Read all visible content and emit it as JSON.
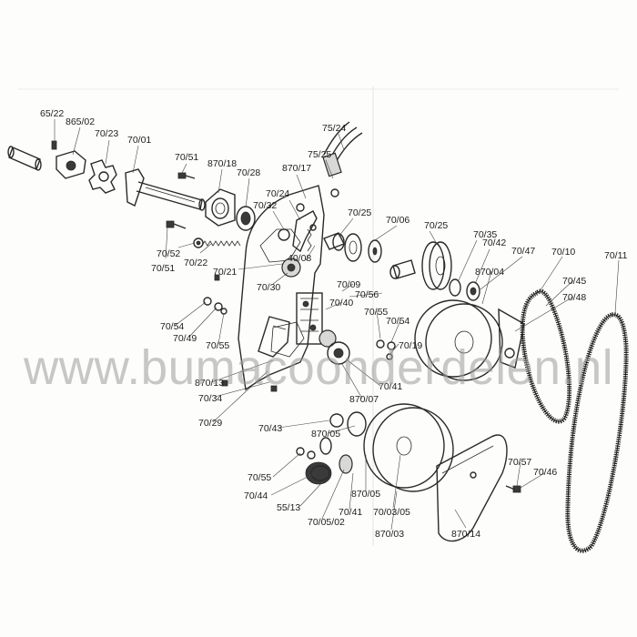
{
  "watermark": "www.bumacoonderdelen.nl",
  "labels": {
    "l_65_22": "65/22",
    "l_865_02": "865/02",
    "l_70_23": "70/23",
    "l_70_01": "70/01",
    "l_70_51a": "70/51",
    "l_870_18": "870/18",
    "l_70_28": "70/28",
    "l_870_17": "870/17",
    "l_75_24": "75/24",
    "l_75_25": "75/25",
    "l_70_24": "70/24",
    "l_70_32": "70/32",
    "l_70_25a": "70/25",
    "l_70_06": "70/06",
    "l_70_25b": "70/25",
    "l_70_35": "70/35",
    "l_70_42": "70/42",
    "l_70_47": "70/47",
    "l_70_10": "70/10",
    "l_70_11": "70/11",
    "l_70_51b": "70/51",
    "l_70_52": "70/52",
    "l_70_22": "70/22",
    "l_70_21": "70/21",
    "l_40_08": "40/08",
    "l_70_30": "70/30",
    "l_70_09": "70/09",
    "l_70_56": "70/56",
    "l_870_04": "870/04",
    "l_70_45": "70/45",
    "l_70_48": "70/48",
    "l_70_54a": "70/54",
    "l_70_49": "70/49",
    "l_70_55a": "70/55",
    "l_70_40": "70/40",
    "l_70_55b": "70/55",
    "l_70_54b": "70/54",
    "l_70_19": "70/19",
    "l_870_13": "870/13",
    "l_70_34": "70/34",
    "l_70_41a": "70/41",
    "l_870_07": "870/07",
    "l_70_29": "70/29",
    "l_70_43": "70/43",
    "l_870_05a": "870/05",
    "l_70_55c": "70/55",
    "l_70_44": "70/44",
    "l_55_13": "55/13",
    "l_70_05_02": "70/05/02",
    "l_70_41b": "70/41",
    "l_870_05b": "870/05",
    "l_70_03_05": "70/03/05",
    "l_870_03": "870/03",
    "l_870_14": "870/14",
    "l_70_57": "70/57",
    "l_70_46": "70/46"
  }
}
